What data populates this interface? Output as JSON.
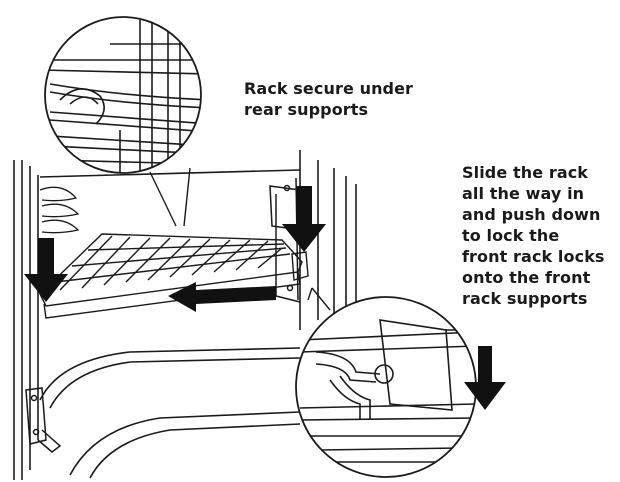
{
  "callouts": {
    "rear_supports": {
      "lines": [
        "Rack secure under",
        "rear supports"
      ]
    },
    "slide_lock": {
      "lines": [
        "Slide the rack",
        "all the way in",
        "and push down",
        "to lock the",
        "front rack locks",
        "onto the front",
        "rack supports"
      ]
    }
  },
  "colors": {
    "line": "#1a1a1a",
    "arrow": "#111111",
    "background": "#ffffff"
  },
  "icons": {
    "down_arrow": "down-arrow-icon",
    "push_arrow": "push-in-arrow-icon"
  }
}
